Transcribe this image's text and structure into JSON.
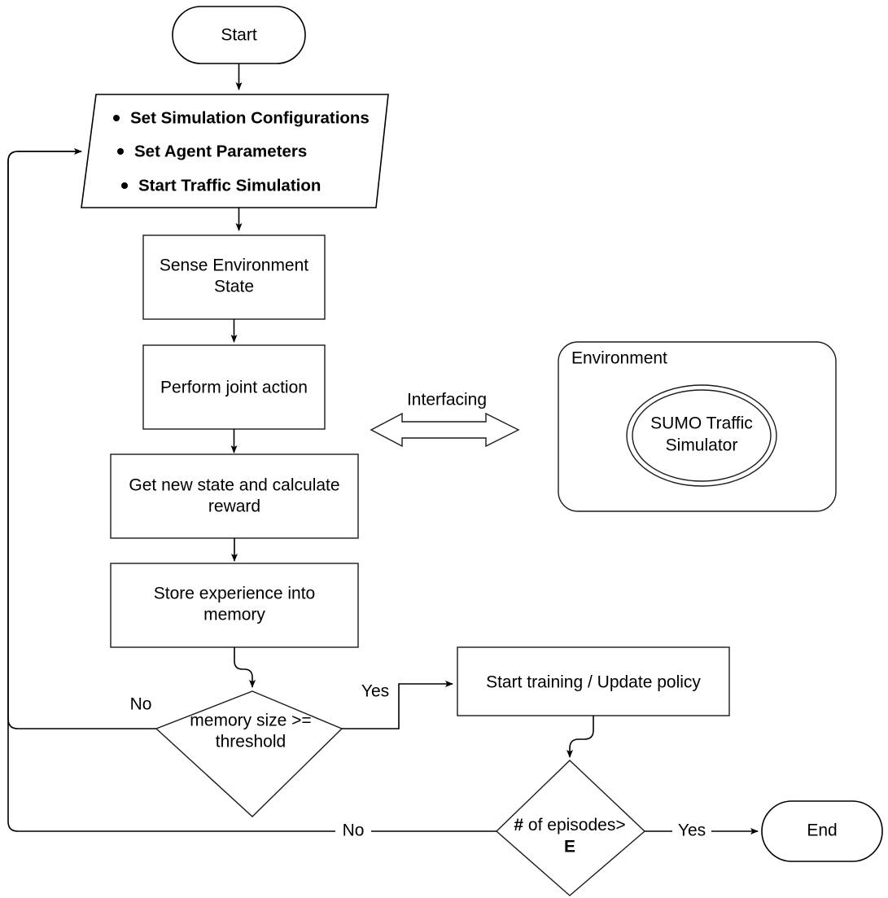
{
  "diagram": {
    "title": "Multi-agent reinforcement learning traffic simulation flowchart",
    "colors": {
      "stroke": "#000000",
      "fill": "#ffffff",
      "text": "#000000"
    }
  },
  "nodes": {
    "start": {
      "label": "Start",
      "shape": "terminator"
    },
    "setup": {
      "shape": "parallelogram-input",
      "bullets": [
        "Set Simulation Configurations",
        "Set Agent Parameters",
        "Start Traffic Simulation"
      ]
    },
    "sense": {
      "label_line1": "Sense Environment",
      "label_line2": "State",
      "shape": "process"
    },
    "action": {
      "label_line1": "Perform joint action",
      "label_line2": "",
      "shape": "process"
    },
    "reward": {
      "label_line1": "Get new state and calculate",
      "label_line2": "reward",
      "shape": "process"
    },
    "store": {
      "label_line1": "Store experience into",
      "label_line2": "memory",
      "shape": "process"
    },
    "memory_decision": {
      "label_line1": "memory size >=",
      "label_line2": "threshold",
      "shape": "decision"
    },
    "train": {
      "label": "Start training / Update policy",
      "shape": "process"
    },
    "episode_decision": {
      "label_line1_bold": "#",
      "label_line1_rest": " of episodes>",
      "label_line2": "E",
      "shape": "decision"
    },
    "end": {
      "label": "End",
      "shape": "terminator"
    },
    "environment": {
      "label": "Environment",
      "shape": "rounded-container"
    },
    "simulator": {
      "label_line1": "SUMO Traffic",
      "label_line2": "Simulator",
      "shape": "double-ellipse"
    },
    "interfacing": {
      "label": "Interfacing",
      "shape": "double-headed-arrow"
    }
  },
  "edges": {
    "memory_no": "No",
    "memory_yes": "Yes",
    "episode_no": "No",
    "episode_yes": "Yes"
  }
}
